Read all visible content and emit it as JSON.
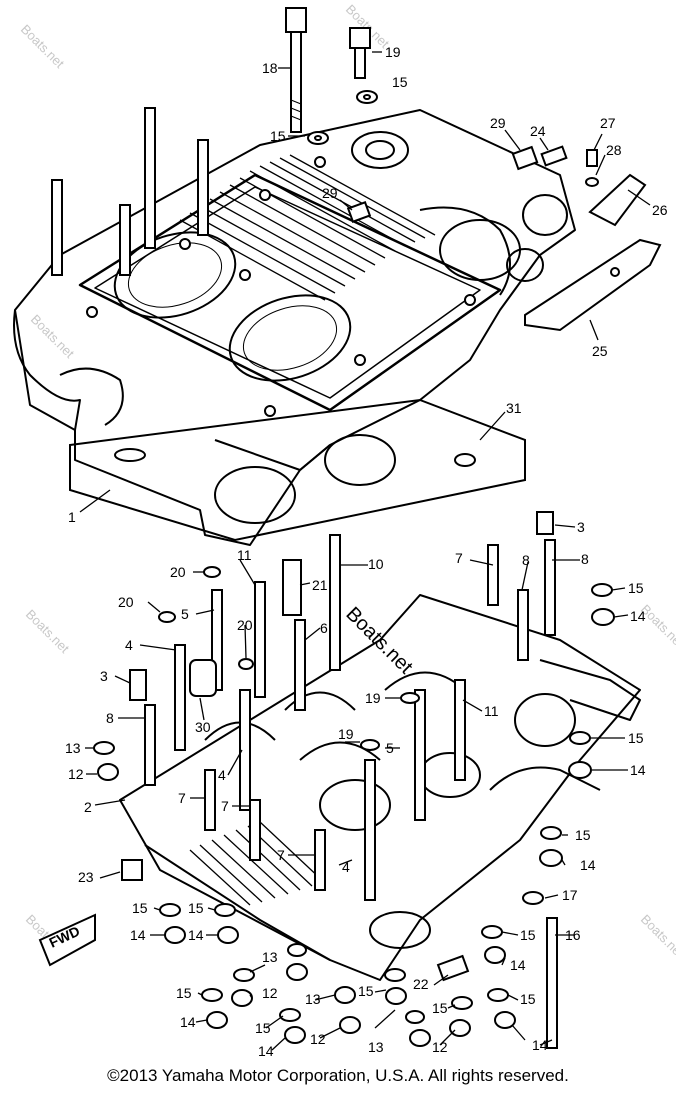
{
  "watermark": "Boats.net",
  "fwd_label": "FWD",
  "copyright": "©2013 Yamaha Motor Corporation, U.S.A. All rights reserved.",
  "callouts": [
    {
      "id": "c18",
      "label": "18"
    },
    {
      "id": "c19a",
      "label": "19"
    },
    {
      "id": "c15a",
      "label": "15"
    },
    {
      "id": "c15b",
      "label": "15"
    },
    {
      "id": "c29a",
      "label": "29"
    },
    {
      "id": "c24",
      "label": "24"
    },
    {
      "id": "c27",
      "label": "27"
    },
    {
      "id": "c28",
      "label": "28"
    },
    {
      "id": "c26",
      "label": "26"
    },
    {
      "id": "c29b",
      "label": "29"
    },
    {
      "id": "c25",
      "label": "25"
    },
    {
      "id": "c31",
      "label": "31"
    },
    {
      "id": "c1",
      "label": "1"
    },
    {
      "id": "c3a",
      "label": "3"
    },
    {
      "id": "c11a",
      "label": "11"
    },
    {
      "id": "c20a",
      "label": "20"
    },
    {
      "id": "c21",
      "label": "21"
    },
    {
      "id": "c10",
      "label": "10"
    },
    {
      "id": "c7a",
      "label": "7"
    },
    {
      "id": "c8a",
      "label": "8"
    },
    {
      "id": "c8b",
      "label": "8"
    },
    {
      "id": "c15c",
      "label": "15"
    },
    {
      "id": "c14a",
      "label": "14"
    },
    {
      "id": "c20b",
      "label": "20"
    },
    {
      "id": "c5a",
      "label": "5"
    },
    {
      "id": "c20c",
      "label": "20"
    },
    {
      "id": "c6",
      "label": "6"
    },
    {
      "id": "c4a",
      "label": "4"
    },
    {
      "id": "c3b",
      "label": "3"
    },
    {
      "id": "c30",
      "label": "30"
    },
    {
      "id": "c19b",
      "label": "19"
    },
    {
      "id": "c8c",
      "label": "8"
    },
    {
      "id": "c11b",
      "label": "11"
    },
    {
      "id": "c13a",
      "label": "13"
    },
    {
      "id": "c12a",
      "label": "12"
    },
    {
      "id": "c19c",
      "label": "19"
    },
    {
      "id": "c5b",
      "label": "5"
    },
    {
      "id": "c4b",
      "label": "4"
    },
    {
      "id": "c15d",
      "label": "15"
    },
    {
      "id": "c14b",
      "label": "14"
    },
    {
      "id": "c7b",
      "label": "7"
    },
    {
      "id": "c7c",
      "label": "7"
    },
    {
      "id": "c2",
      "label": "2"
    },
    {
      "id": "c15e",
      "label": "15"
    },
    {
      "id": "c7d",
      "label": "7"
    },
    {
      "id": "c4c",
      "label": "4"
    },
    {
      "id": "c14c",
      "label": "14"
    },
    {
      "id": "c23",
      "label": "23"
    },
    {
      "id": "c15f",
      "label": "15"
    },
    {
      "id": "c15g",
      "label": "15"
    },
    {
      "id": "c17",
      "label": "17"
    },
    {
      "id": "c14d",
      "label": "14"
    },
    {
      "id": "c14e",
      "label": "14"
    },
    {
      "id": "c15h",
      "label": "15"
    },
    {
      "id": "c16",
      "label": "16"
    },
    {
      "id": "c13b",
      "label": "13"
    },
    {
      "id": "c14f",
      "label": "14"
    },
    {
      "id": "c15i",
      "label": "15"
    },
    {
      "id": "c12b",
      "label": "12"
    },
    {
      "id": "c13c",
      "label": "13"
    },
    {
      "id": "c15j",
      "label": "15"
    },
    {
      "id": "c22",
      "label": "22"
    },
    {
      "id": "c15k",
      "label": "15"
    },
    {
      "id": "c14g",
      "label": "14"
    },
    {
      "id": "c15l",
      "label": "15"
    },
    {
      "id": "c12c",
      "label": "12"
    },
    {
      "id": "c14h",
      "label": "14"
    },
    {
      "id": "c13d",
      "label": "13"
    },
    {
      "id": "c15m",
      "label": "15"
    },
    {
      "id": "c12d",
      "label": "12"
    },
    {
      "id": "c14i",
      "label": "14"
    }
  ]
}
